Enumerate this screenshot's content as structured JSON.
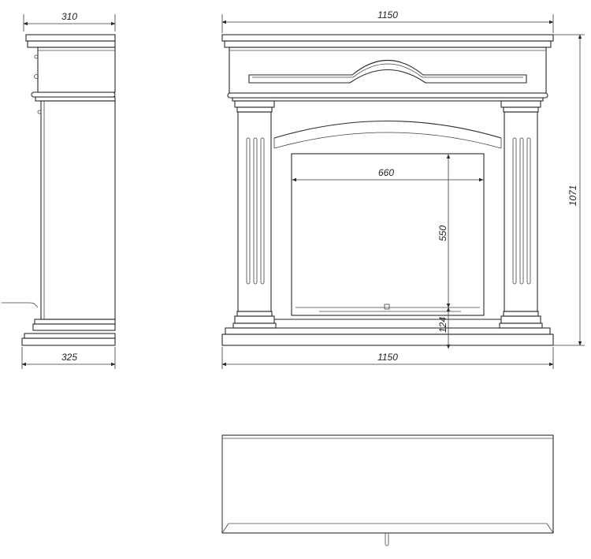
{
  "drawing": {
    "side_view": {
      "top_width": "310",
      "base_width": "325"
    },
    "front_view": {
      "top_width": "1150",
      "base_width": "1150",
      "overall_height": "1071",
      "opening_width": "660",
      "opening_height": "550",
      "hearth_height": "124"
    }
  }
}
